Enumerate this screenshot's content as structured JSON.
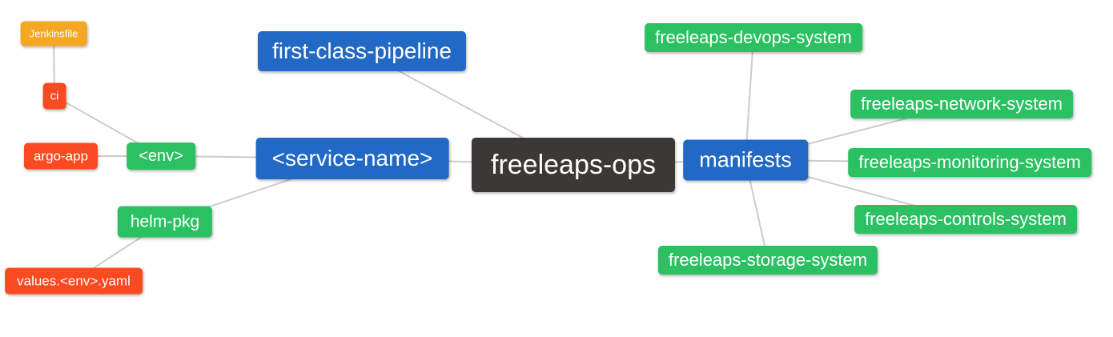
{
  "diagram": {
    "type": "mindmap",
    "background": "#FFFFFF"
  },
  "colors": {
    "blue": "#2169C4",
    "green": "#2BC162",
    "red": "#FA4A21",
    "orange": "#F5A623",
    "dark": "#3B3836",
    "edge": "#CCCCCC",
    "text": "#FFFFFF"
  },
  "nodes": [
    {
      "id": "jenkinsfile",
      "label": "Jenkinsfile",
      "color": "#F5A623"
    },
    {
      "id": "ci",
      "label": "ci",
      "color": "#FA4A21"
    },
    {
      "id": "argo-app",
      "label": "argo-app",
      "color": "#FA4A21"
    },
    {
      "id": "env",
      "label": "<env>",
      "color": "#2BC162"
    },
    {
      "id": "helm-pkg",
      "label": "helm-pkg",
      "color": "#2BC162"
    },
    {
      "id": "values-env-yaml",
      "label": "values.<env>.yaml",
      "color": "#FA4A21"
    },
    {
      "id": "first-class-pipeline",
      "label": "first-class-pipeline",
      "color": "#2169C4"
    },
    {
      "id": "service-name",
      "label": "<service-name>",
      "color": "#2169C4"
    },
    {
      "id": "freeleaps-ops",
      "label": "freeleaps-ops",
      "color": "#3B3836"
    },
    {
      "id": "manifests",
      "label": "manifests",
      "color": "#2169C4"
    },
    {
      "id": "freeleaps-devops-system",
      "label": "freeleaps-devops-system",
      "color": "#2BC162"
    },
    {
      "id": "freeleaps-network-system",
      "label": "freeleaps-network-system",
      "color": "#2BC162"
    },
    {
      "id": "freeleaps-monitoring-system",
      "label": "freeleaps-monitoring-system",
      "color": "#2BC162"
    },
    {
      "id": "freeleaps-controls-system",
      "label": "freeleaps-controls-system",
      "color": "#2BC162"
    },
    {
      "id": "freeleaps-storage-system",
      "label": "freeleaps-storage-system",
      "color": "#2BC162"
    }
  ],
  "edges": [
    {
      "from": "jenkinsfile",
      "to": "ci"
    },
    {
      "from": "ci",
      "to": "env"
    },
    {
      "from": "argo-app",
      "to": "env"
    },
    {
      "from": "env",
      "to": "service-name"
    },
    {
      "from": "helm-pkg",
      "to": "service-name"
    },
    {
      "from": "values-env-yaml",
      "to": "helm-pkg"
    },
    {
      "from": "first-class-pipeline",
      "to": "freeleaps-ops"
    },
    {
      "from": "service-name",
      "to": "freeleaps-ops"
    },
    {
      "from": "freeleaps-ops",
      "to": "manifests"
    },
    {
      "from": "manifests",
      "to": "freeleaps-devops-system"
    },
    {
      "from": "manifests",
      "to": "freeleaps-network-system"
    },
    {
      "from": "manifests",
      "to": "freeleaps-monitoring-system"
    },
    {
      "from": "manifests",
      "to": "freeleaps-controls-system"
    },
    {
      "from": "manifests",
      "to": "freeleaps-storage-system"
    }
  ]
}
